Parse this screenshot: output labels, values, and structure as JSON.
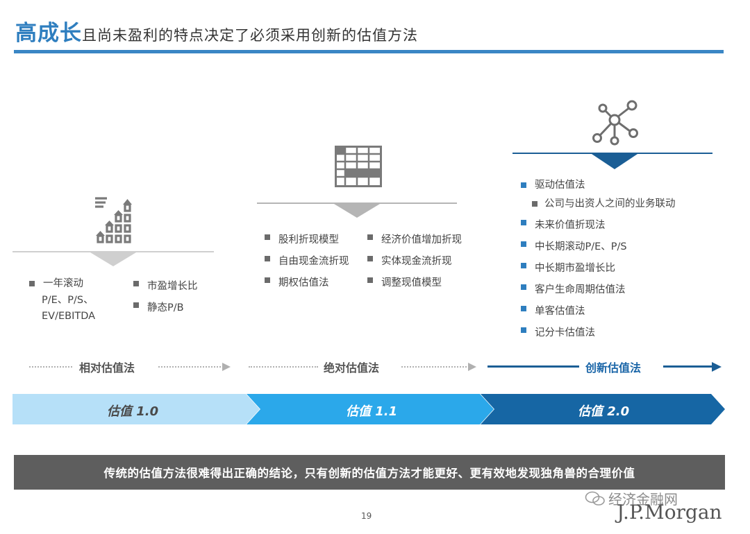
{
  "title": {
    "emphasis": "高成长",
    "rest": "且尚未盈利的特点决定了必须采用创新的估值方法"
  },
  "columns": {
    "relative": {
      "icon": "bar-chart-growth-icon",
      "left_items": [
        "一年滚动",
        "P/E、P/S、",
        "EV/EBITDA"
      ],
      "right_items": [
        "市盈增长比",
        "静态P/B"
      ]
    },
    "absolute": {
      "icon": "spreadsheet-table-icon",
      "left_items": [
        "股利折现模型",
        "自由现金流折现",
        "期权估值法"
      ],
      "right_items": [
        "经济价值增加折现",
        "实体现金流折现",
        "调整现值模型"
      ]
    },
    "innovative": {
      "icon": "network-nodes-icon",
      "items": [
        {
          "text": "驱动估值法",
          "sub": false
        },
        {
          "text": "公司与出资人之间的业务联动",
          "sub": true
        },
        {
          "text": "未来价值折现法",
          "sub": false
        },
        {
          "text": "中长期滚动P/E、P/S",
          "sub": false
        },
        {
          "text": "中长期市盈增长比",
          "sub": false
        },
        {
          "text": "客户生命周期估值法",
          "sub": false
        },
        {
          "text": "单客估值法",
          "sub": false
        },
        {
          "text": "记分卡估值法",
          "sub": false
        }
      ]
    }
  },
  "methods": [
    "相对估值法",
    "绝对估值法",
    "创新估值法"
  ],
  "stages": [
    "估值 1.0",
    "估值 1.1",
    "估值 2.0"
  ],
  "colors": {
    "accent": "#2e7ebf",
    "stage1": "#b6e0f8",
    "stage2": "#2ba8ea",
    "stage3": "#1666a4",
    "banner": "#5e5e5e",
    "gray_icon": "#7a7a7a"
  },
  "banner": "传统的估值方法很难得出正确的结论，只有创新的估值方法才能更好、更有效地发现独角兽的合理价值",
  "page_number": "19",
  "watermark": "经济金融网",
  "logo": "J.P.Morgan"
}
